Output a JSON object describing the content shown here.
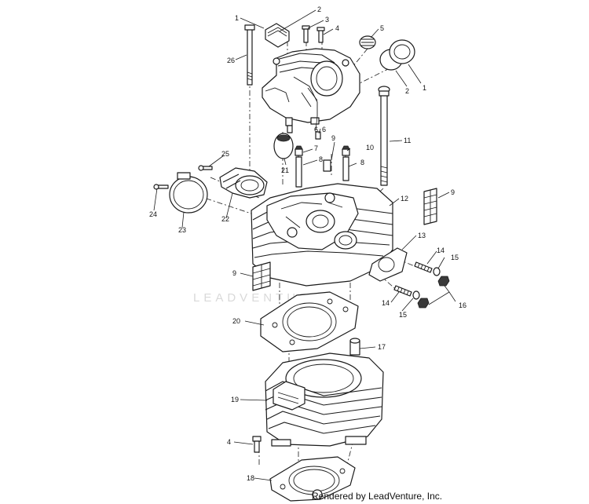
{
  "watermark": "LEADVENTURE",
  "credit": "Rendered by LeadVenture, Inc.",
  "callouts": [
    {
      "id": "c1a",
      "text": "1"
    },
    {
      "id": "c2a",
      "text": "2"
    },
    {
      "id": "c3",
      "text": "3"
    },
    {
      "id": "c4a",
      "text": "4"
    },
    {
      "id": "c5",
      "text": "5"
    },
    {
      "id": "c26",
      "text": "26"
    },
    {
      "id": "c2b",
      "text": "2"
    },
    {
      "id": "c1b",
      "text": "1"
    },
    {
      "id": "c6a",
      "text": "6"
    },
    {
      "id": "c6b",
      "text": "6"
    },
    {
      "id": "c11",
      "text": "11"
    },
    {
      "id": "c7",
      "text": "7"
    },
    {
      "id": "c9a",
      "text": "9"
    },
    {
      "id": "c10",
      "text": "10"
    },
    {
      "id": "c8a",
      "text": "8"
    },
    {
      "id": "c8b",
      "text": "8"
    },
    {
      "id": "c21",
      "text": "21"
    },
    {
      "id": "c25",
      "text": "25"
    },
    {
      "id": "c24",
      "text": "24"
    },
    {
      "id": "c22",
      "text": "22"
    },
    {
      "id": "c23",
      "text": "23"
    },
    {
      "id": "c12",
      "text": "12"
    },
    {
      "id": "c9b",
      "text": "9"
    },
    {
      "id": "c13",
      "text": "13"
    },
    {
      "id": "c14a",
      "text": "14"
    },
    {
      "id": "c15a",
      "text": "15"
    },
    {
      "id": "c9c",
      "text": "9"
    },
    {
      "id": "c14b",
      "text": "14"
    },
    {
      "id": "c15b",
      "text": "15"
    },
    {
      "id": "c16",
      "text": "16"
    },
    {
      "id": "c20",
      "text": "20"
    },
    {
      "id": "c17",
      "text": "17"
    },
    {
      "id": "c19",
      "text": "19"
    },
    {
      "id": "c4b",
      "text": "4"
    },
    {
      "id": "c18",
      "text": "18"
    }
  ]
}
